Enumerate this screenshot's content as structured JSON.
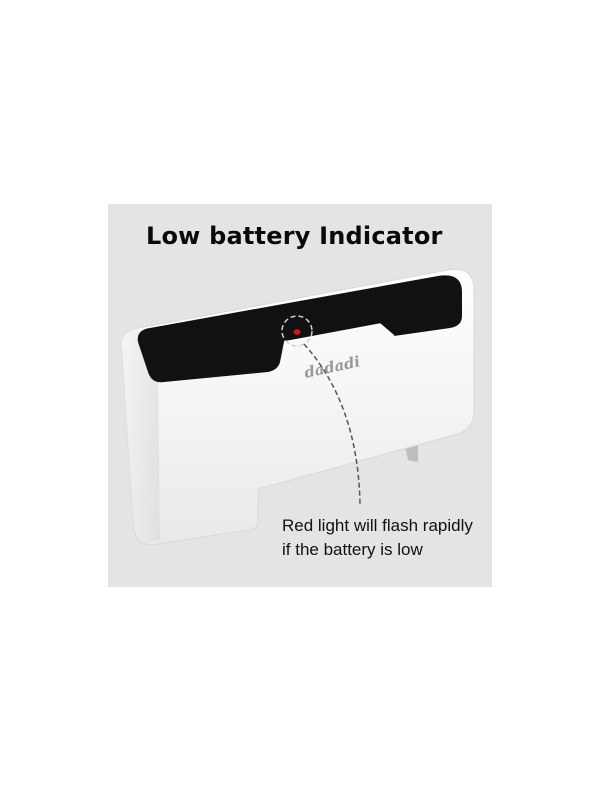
{
  "title": "Low battery Indicator",
  "product": {
    "brand_label": "dadadi",
    "indicator_color": "#d0151b",
    "top_panel_color": "#111111",
    "body_color": "#f7f7f7"
  },
  "caption": {
    "line1": "Red light will flash rapidly",
    "line2": "if the battery is low"
  },
  "colors": {
    "page_background": "#ffffff",
    "panel_background": "#e4e4e4",
    "title_text": "#0a0a0a"
  }
}
